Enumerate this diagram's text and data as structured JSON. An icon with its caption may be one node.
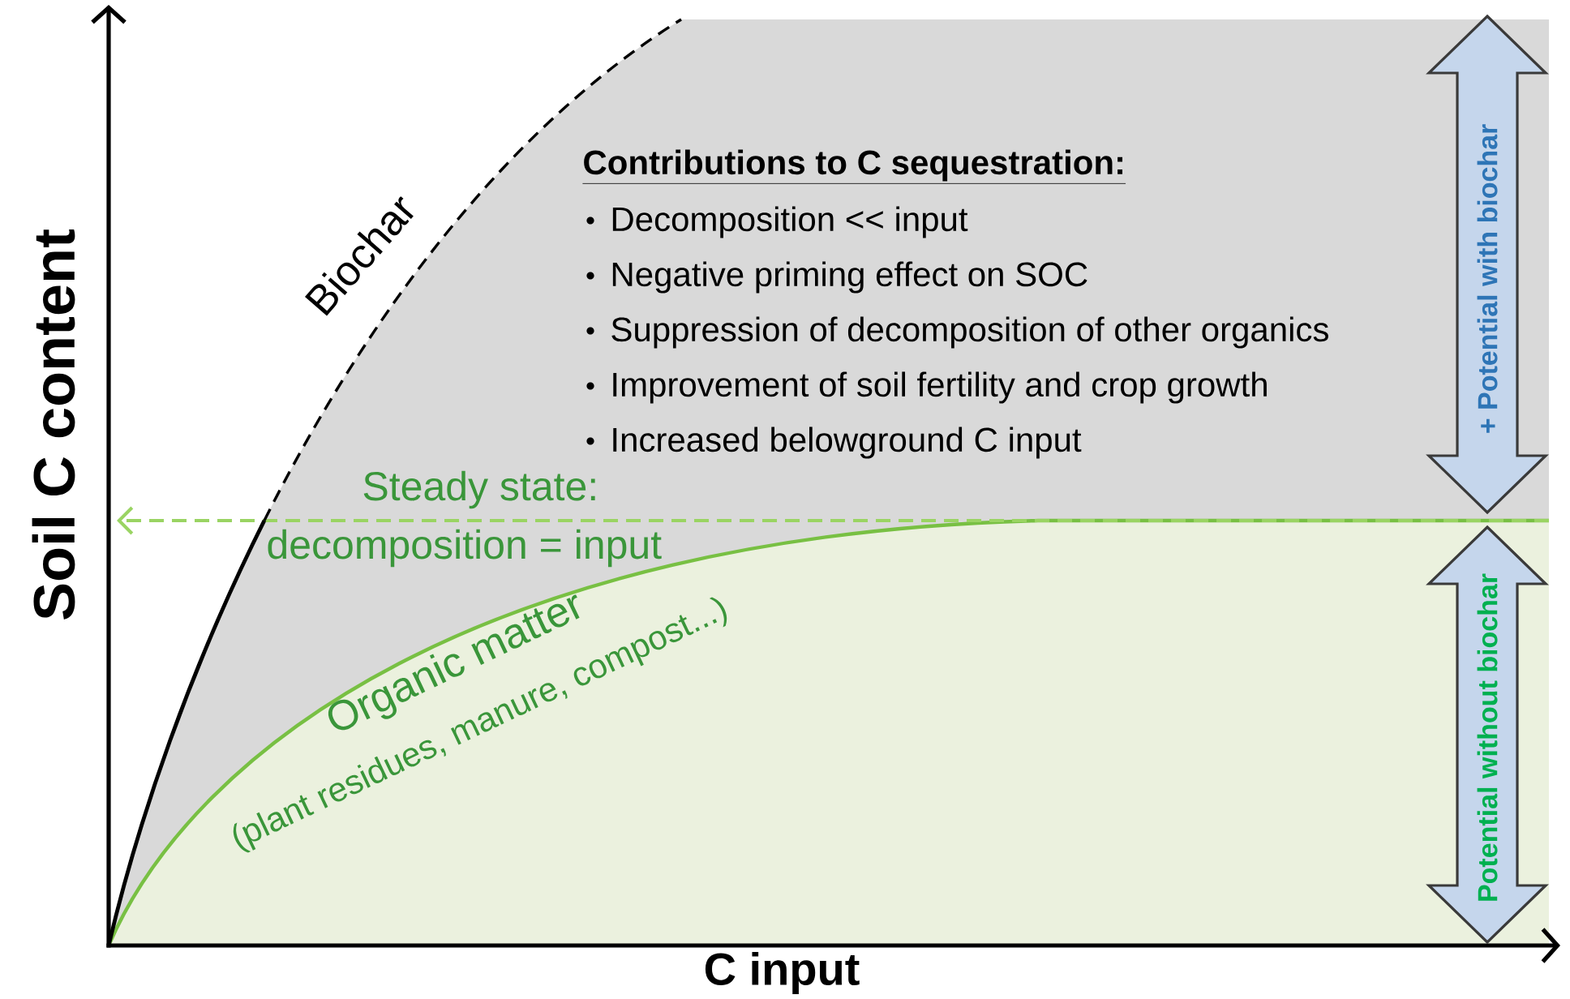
{
  "diagram": {
    "nodes": [
      {
        "text": [
          "+ Potential with biochar"
        ]
      },
      {
        "text": [
          "Potential without biochar"
        ]
      }
    ],
    "labels": [
      "Biochar",
      "Contributions to C sequestration:",
      "Decomposition << input",
      "Negative priming effect on SOC",
      "Suppression of decomposition of other organics",
      "Improvement of soil fertility and crop growth",
      "Increased belowground C input",
      "Steady state:",
      "decomposition = input",
      "Organic matter",
      "(plant residues, manure, compost...)",
      "Soil C content",
      "C input"
    ]
  }
}
